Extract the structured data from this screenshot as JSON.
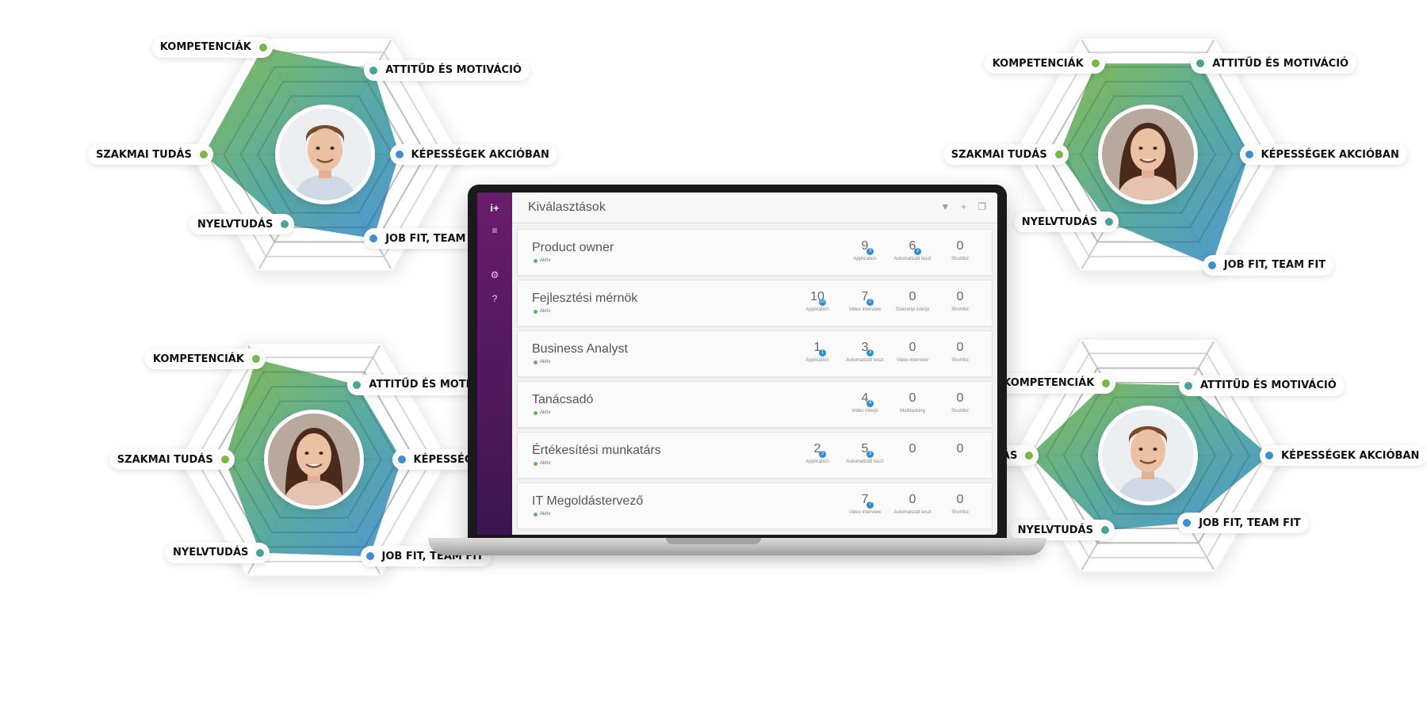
{
  "colors": {
    "green": "#7ab648",
    "teal": "#4aa39b",
    "blue": "#3f8fcf",
    "purple": "#5a1a63"
  },
  "radar_labels": {
    "kompetenciak": "KOMPETENCIÁK",
    "attitud": "ATTITŰD ÉS MOTIVÁCIÓ",
    "kepessegek": "KÉPESSÉGEK AKCIÓBAN",
    "jobfit": "JOB FIT, TEAM FIT",
    "nyelvtudas": "NYELVTUDÁS",
    "szakmai": "SZAKMAI TUDÁS"
  },
  "radars": [
    {
      "avatar": "male-candidate-avatar",
      "scores": [
        0.92,
        0.72,
        0.55,
        0.72,
        0.6,
        0.9
      ]
    },
    {
      "avatar": "female-candidate-avatar",
      "scores": [
        0.78,
        0.78,
        0.75,
        0.95,
        0.58,
        0.66
      ]
    },
    {
      "avatar": "female-candidate-avatar-2",
      "scores": [
        0.86,
        0.64,
        0.65,
        0.83,
        0.8,
        0.66
      ]
    },
    {
      "avatar": "male-candidate-avatar-2",
      "scores": [
        0.62,
        0.6,
        0.9,
        0.58,
        0.64,
        0.88
      ]
    }
  ],
  "app": {
    "title": "Kiválasztások",
    "sidebar_icons": [
      "menu-icon",
      "gear-icon",
      "help-icon"
    ],
    "header_icons": [
      "filter-icon",
      "add-icon",
      "copy-icon"
    ],
    "status_text": "Aktív",
    "rows": [
      {
        "title": "Product owner",
        "status": "Aktív",
        "stats": [
          {
            "n": "9",
            "label": "Application",
            "badge": "3"
          },
          {
            "n": "6",
            "label": "Automatizált teszt",
            "badge": "2"
          },
          {
            "n": "0",
            "label": "Shortlist",
            "badge": ""
          }
        ]
      },
      {
        "title": "Fejlesztési mérnök",
        "status": "Aktív",
        "stats": [
          {
            "n": "10",
            "label": "Application",
            "badge": "10"
          },
          {
            "n": "7",
            "label": "Video interview",
            "badge": "2"
          },
          {
            "n": "0",
            "label": "Személyi interjú",
            "badge": ""
          },
          {
            "n": "0",
            "label": "Shortlist",
            "badge": ""
          }
        ]
      },
      {
        "title": "Business Analyst",
        "status": "Aktív",
        "stats": [
          {
            "n": "1",
            "label": "Application",
            "badge": "1"
          },
          {
            "n": "3",
            "label": "Automatizált teszt",
            "badge": "3"
          },
          {
            "n": "0",
            "label": "Video interview",
            "badge": ""
          },
          {
            "n": "0",
            "label": "Shortlist",
            "badge": ""
          }
        ]
      },
      {
        "title": "Tanácsadó",
        "status": "Aktív",
        "stats": [
          {
            "n": "4",
            "label": "Video interjú",
            "badge": "4"
          },
          {
            "n": "0",
            "label": "Multitasking",
            "badge": ""
          },
          {
            "n": "0",
            "label": "Shortlist",
            "badge": ""
          }
        ]
      },
      {
        "title": "Értékesítési munkatárs",
        "status": "Aktív",
        "stats": [
          {
            "n": "2",
            "label": "Application",
            "badge": "2"
          },
          {
            "n": "5",
            "label": "Automatizált teszt",
            "badge": "3"
          },
          {
            "n": "0",
            "label": "",
            "badge": ""
          },
          {
            "n": "0",
            "label": "",
            "badge": ""
          }
        ]
      },
      {
        "title": "IT Megoldástervező",
        "status": "Aktív",
        "stats": [
          {
            "n": "7",
            "label": "Video interview",
            "badge": "7"
          },
          {
            "n": "0",
            "label": "Automatizált teszt",
            "badge": ""
          },
          {
            "n": "0",
            "label": "Shortlist",
            "badge": ""
          }
        ]
      }
    ]
  }
}
